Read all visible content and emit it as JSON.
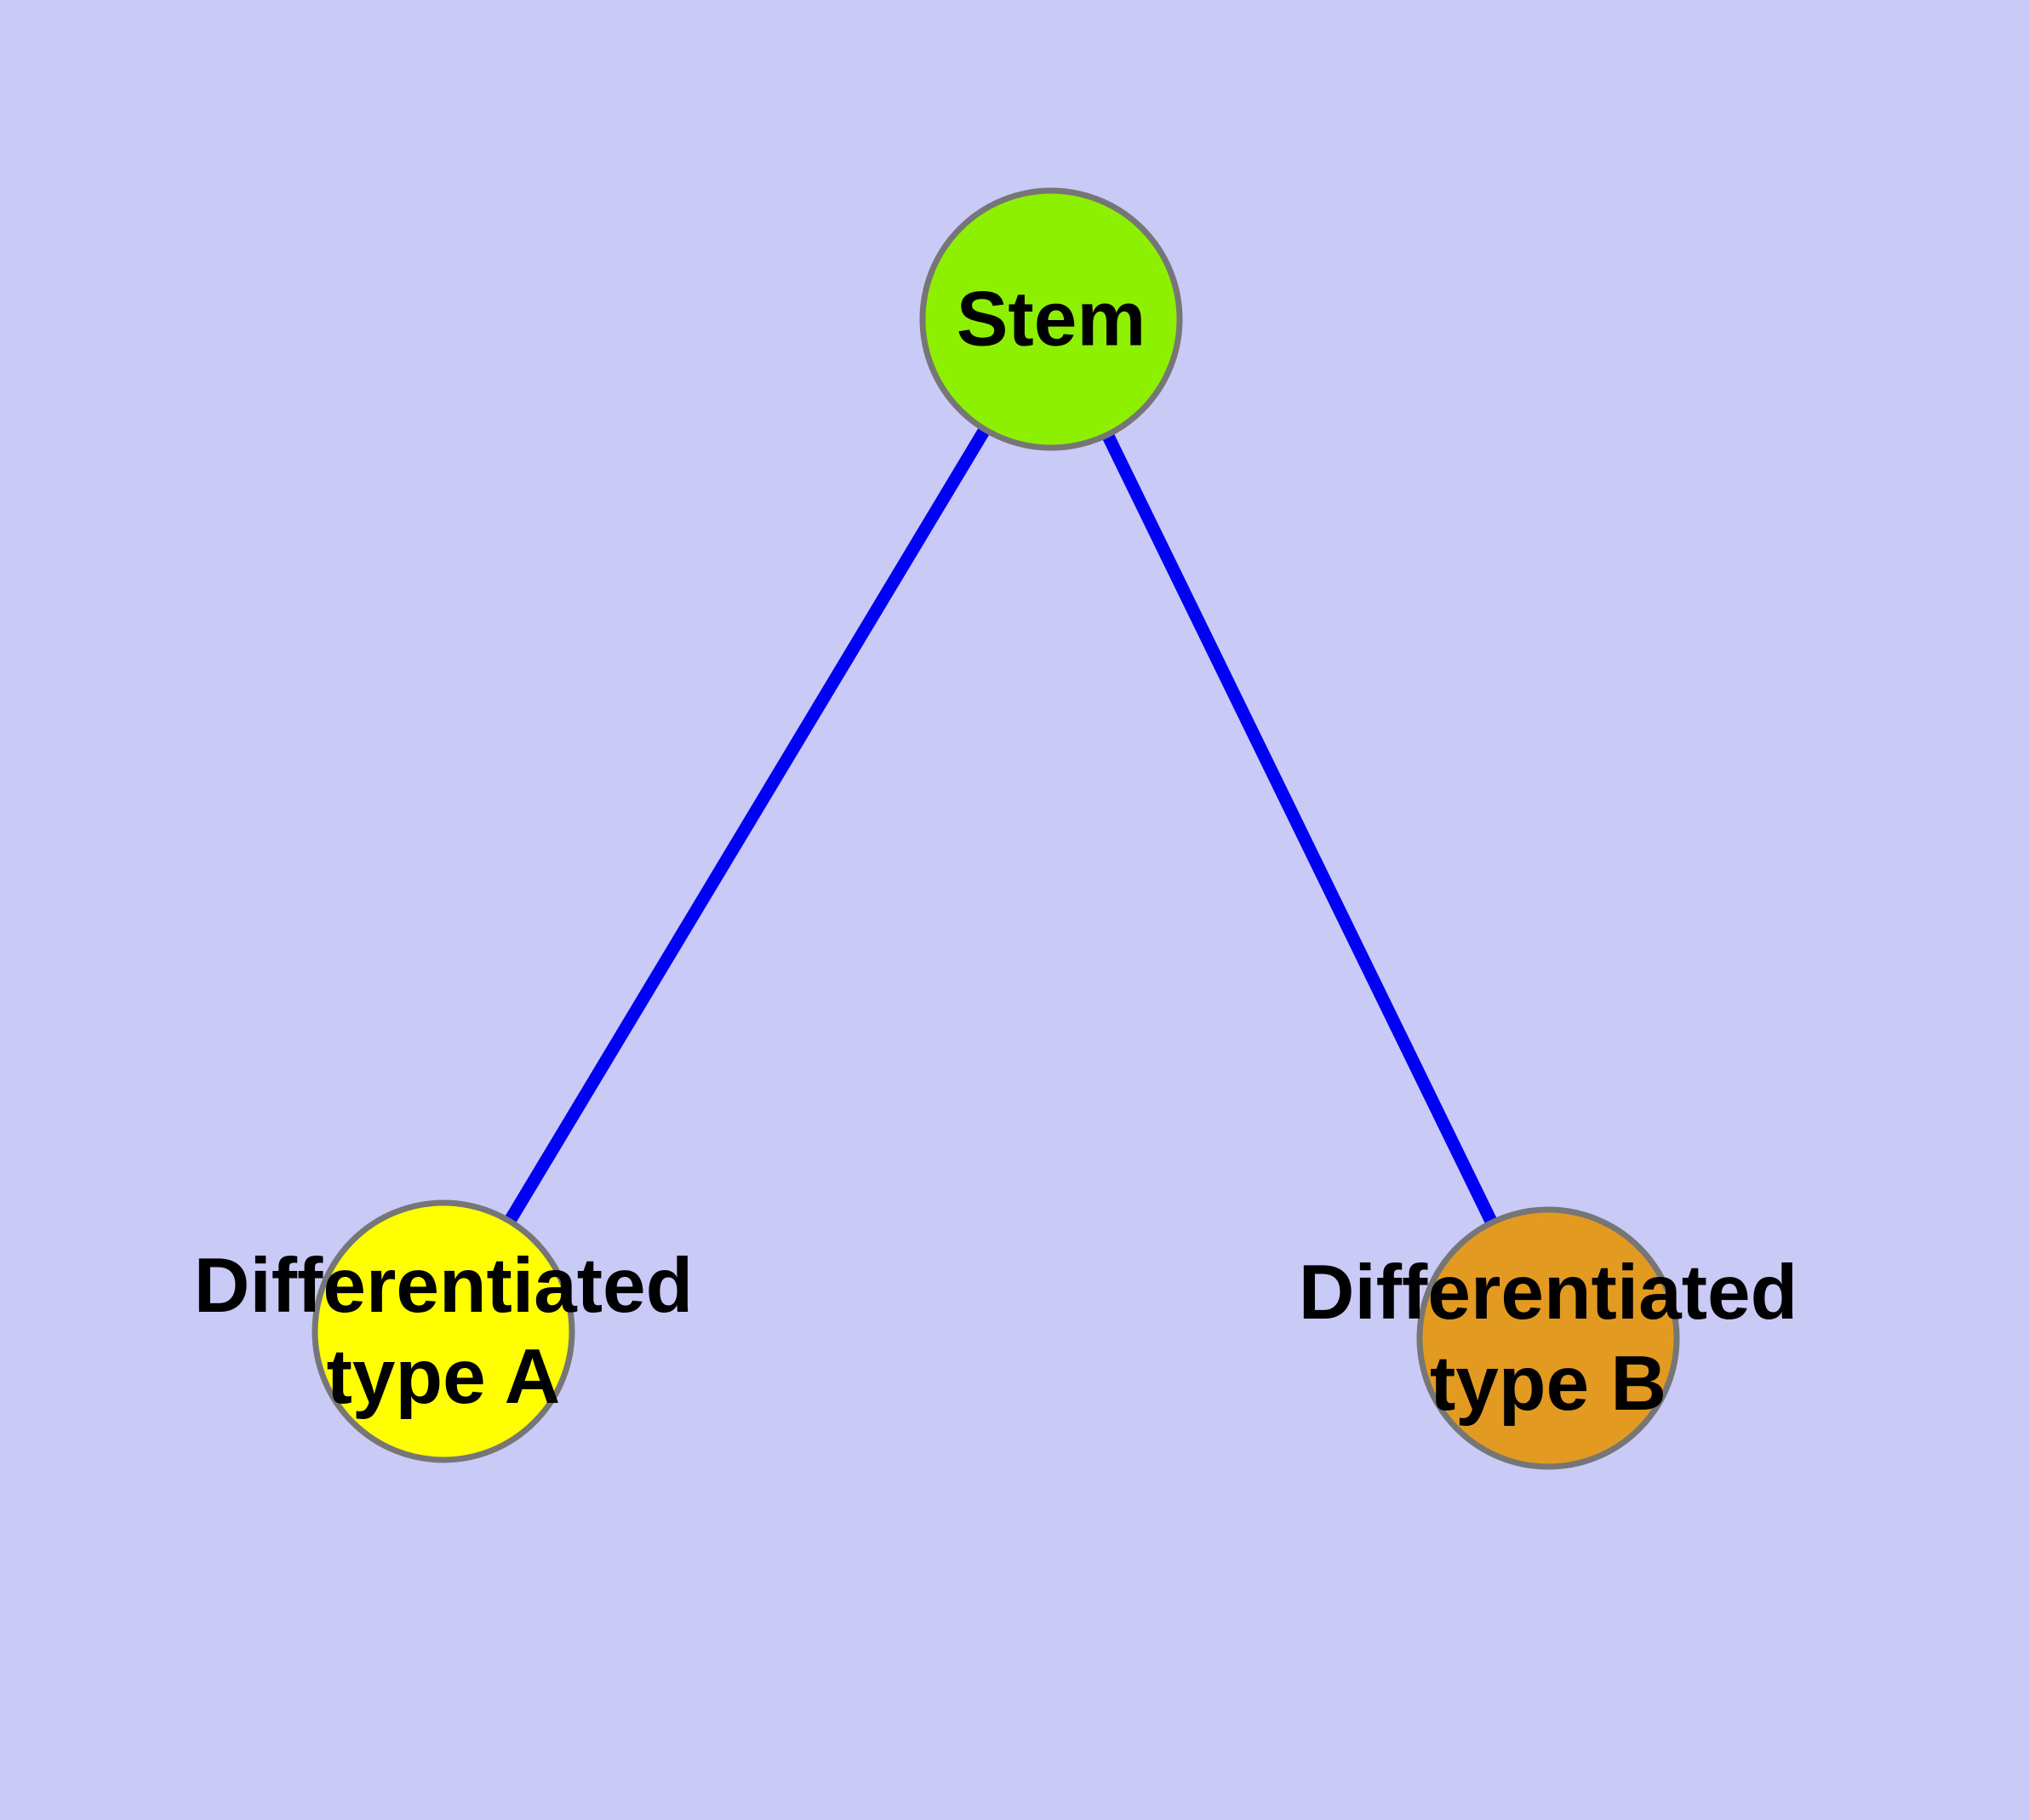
{
  "diagram": {
    "type": "node-link-graph",
    "background_color": "#CACAF7",
    "edge_color": "#0000F4",
    "node_border_color": "#767676",
    "text_color": "#000000",
    "nodes": [
      {
        "id": "stem",
        "label": "Stem",
        "fill": "#8DF000"
      },
      {
        "id": "diff-a",
        "label": "Differentiated\ntype A",
        "fill": "#FFFF00"
      },
      {
        "id": "diff-b",
        "label": "Differentiated\ntype B",
        "fill": "#E39A20"
      }
    ],
    "edges": [
      {
        "from": "Stem",
        "to": "Differentiated type A"
      },
      {
        "from": "Stem",
        "to": "Differentiated type B"
      }
    ]
  }
}
